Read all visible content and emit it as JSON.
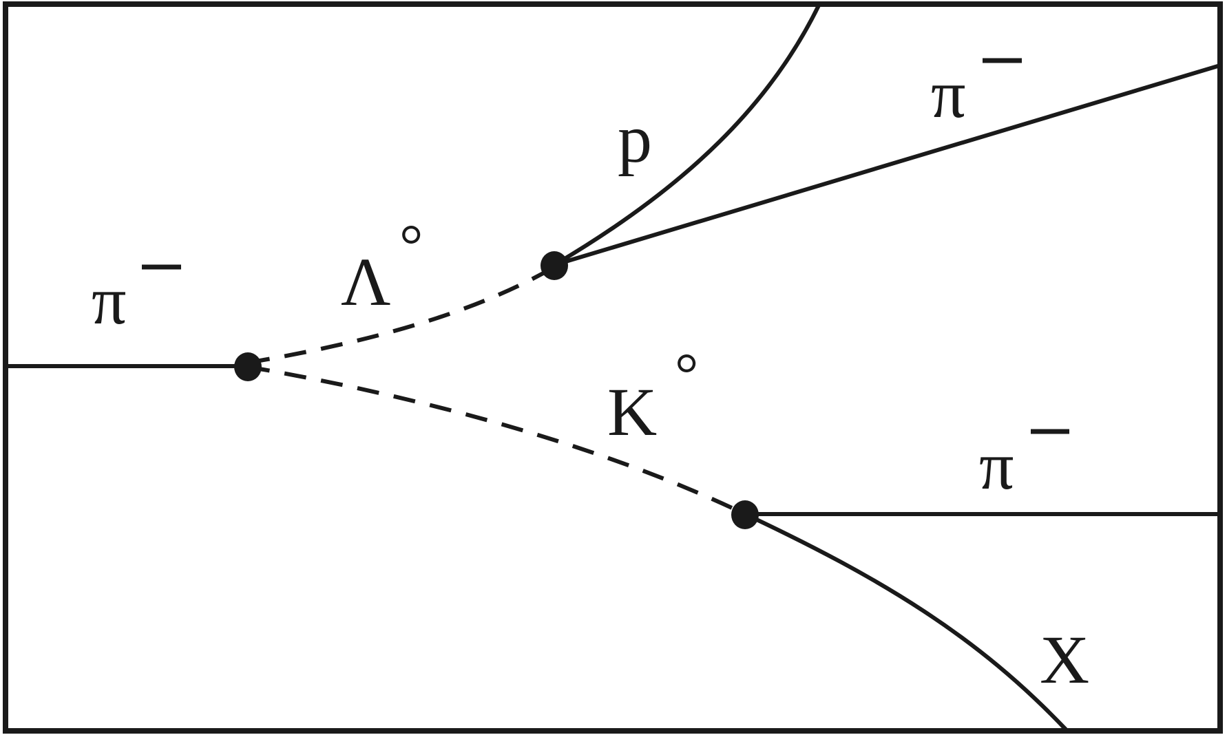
{
  "particles": {
    "incoming_pion": {
      "base": "π",
      "sup": "−"
    },
    "lambda": {
      "base": "Λ",
      "sup": "°"
    },
    "kaon": {
      "base": "K",
      "sup": "°"
    },
    "proton": {
      "base": "p"
    },
    "lambda_pion": {
      "base": "π",
      "sup": "−"
    },
    "kaon_pion": {
      "base": "π",
      "sup": "−"
    },
    "unknown": {
      "base": "X"
    }
  },
  "colors": {
    "ink": "#1a1a1a",
    "background": "#ffffff"
  }
}
